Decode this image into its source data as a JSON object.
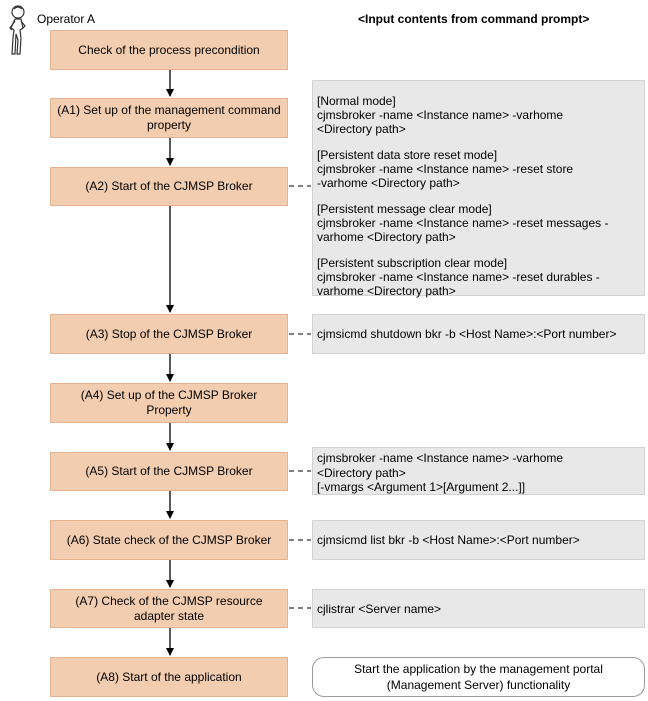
{
  "operator": {
    "icon": "person-icon",
    "label": "Operator A"
  },
  "heading": "<Input contents from command prompt>",
  "steps": [
    {
      "label": "Check of the process precondition"
    },
    {
      "label": "(A1) Set up of the management command\nproperty"
    },
    {
      "label": "(A2) Start of the CJMSP Broker"
    },
    {
      "label": "(A3) Stop of the CJMSP Broker"
    },
    {
      "label": "(A4)  Set up of the CJMSP Broker\nProperty"
    },
    {
      "label": "(A5) Start of the  CJMSP Broker"
    },
    {
      "label": "(A6) State check of the CJMSP Broker"
    },
    {
      "label": "(A7) Check of the CJMSP resource\nadapter state"
    },
    {
      "label": "(A8) Start of the application"
    }
  ],
  "commands": {
    "a2": [
      {
        "mode": "[Normal mode]",
        "command": "cjmsbroker -name <Instance name> -varhome\n<Directory path>"
      },
      {
        "mode": "[Persistent data store reset mode]",
        "command": "cjmsbroker -name <Instance name> -reset store\n-varhome <Directory path>"
      },
      {
        "mode": "[Persistent message clear mode]",
        "command": "cjmsbroker -name <Instance name> -reset messages -\nvarhome <Directory path>"
      },
      {
        "mode": "[Persistent subscription clear mode]",
        "command": "cjmsbroker -name <Instance name> -reset durables -\nvarhome <Directory path>"
      }
    ],
    "a3": "cjmsicmd shutdown bkr -b <Host Name>:<Port number>",
    "a5": "cjmsbroker -name <Instance name> -varhome\n<Directory path>\n[-vmargs <Argument 1>[Argument 2...]]",
    "a6": "cjmsicmd list bkr -b <Host Name>:<Port number>",
    "a7": "cjlistrar <Server name>",
    "a8": "Start the application by the management portal\n(Management Server) functionality"
  },
  "colors": {
    "step_fill": "#f2cdb0",
    "command_fill": "#e8e8e8",
    "connector": "#000000"
  }
}
